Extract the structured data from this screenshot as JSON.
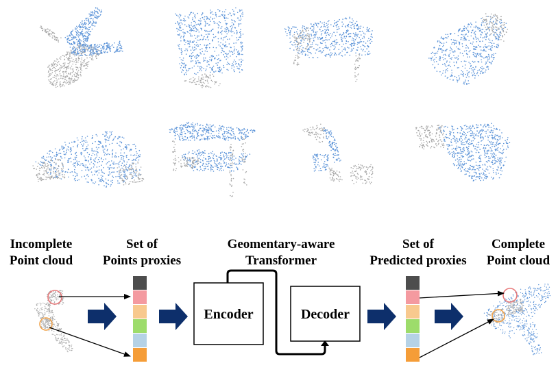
{
  "colors": {
    "observed_points": "#a8a8a8",
    "predicted_points": "#5b93d8",
    "pipeline_arrow": "#0d2f6b",
    "connector": "#000000",
    "red_circle": "#e8797a",
    "orange_circle": "#f0a24a"
  },
  "proxy_colors": [
    "#4d4d4d",
    "#f49aa0",
    "#f8c98e",
    "#9ddc6b",
    "#b5d2e6",
    "#f59d38"
  ],
  "gallery": [
    {
      "object": "airplane"
    },
    {
      "object": "monitor"
    },
    {
      "object": "bench"
    },
    {
      "object": "car"
    },
    {
      "object": "sofa"
    },
    {
      "object": "table"
    },
    {
      "object": "faucet"
    },
    {
      "object": "gun"
    }
  ],
  "pipeline": {
    "incomplete": {
      "line1": "Incomplete",
      "line2": "Point cloud"
    },
    "set_points": {
      "line1": "Set of",
      "line2": "Points proxies"
    },
    "transformer": {
      "line1": "Geomentary-aware",
      "line2": "Transformer"
    },
    "set_predicted": {
      "line1": "Set of",
      "line2": "Predicted proxies"
    },
    "complete": {
      "line1": "Complete",
      "line2": "Point cloud"
    },
    "encoder_label": "Encoder",
    "decoder_label": "Decoder"
  }
}
